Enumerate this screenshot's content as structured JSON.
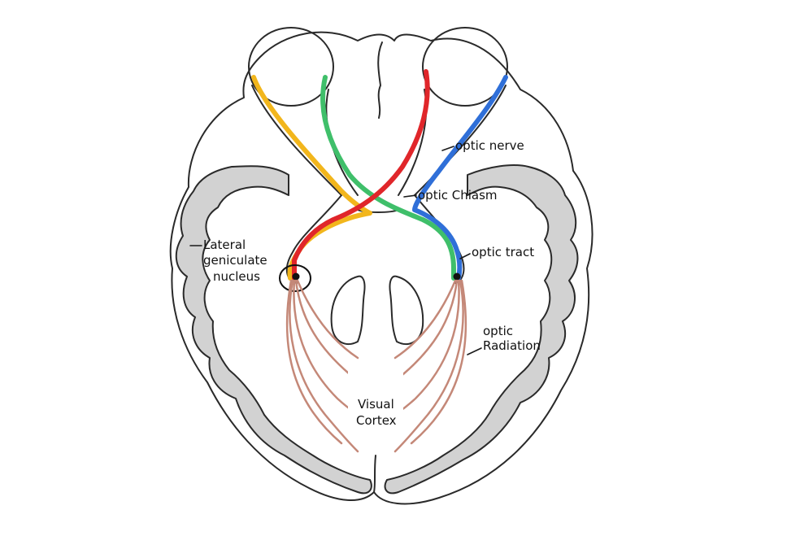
{
  "colors": {
    "yellow_path": "#f2b61c",
    "green_path": "#3fbf6a",
    "red_path": "#e0262a",
    "blue_path": "#2f6fd8",
    "radiation": "#c48878",
    "cortex_gray": "#d2d2d2",
    "outline": "#2a2a2a"
  },
  "labels": {
    "optic_nerve": "optic nerve",
    "optic_chiasm": "optic Chiasm",
    "optic_tract": "optic tract",
    "optic_radiation_line1": "optic",
    "optic_radiation_line2": "Radiation",
    "lgn_line1": "Lateral",
    "lgn_line2": "geniculate",
    "lgn_line3": "nucleus",
    "visual_cortex_line1": "Visual",
    "visual_cortex_line2": "Cortex"
  }
}
